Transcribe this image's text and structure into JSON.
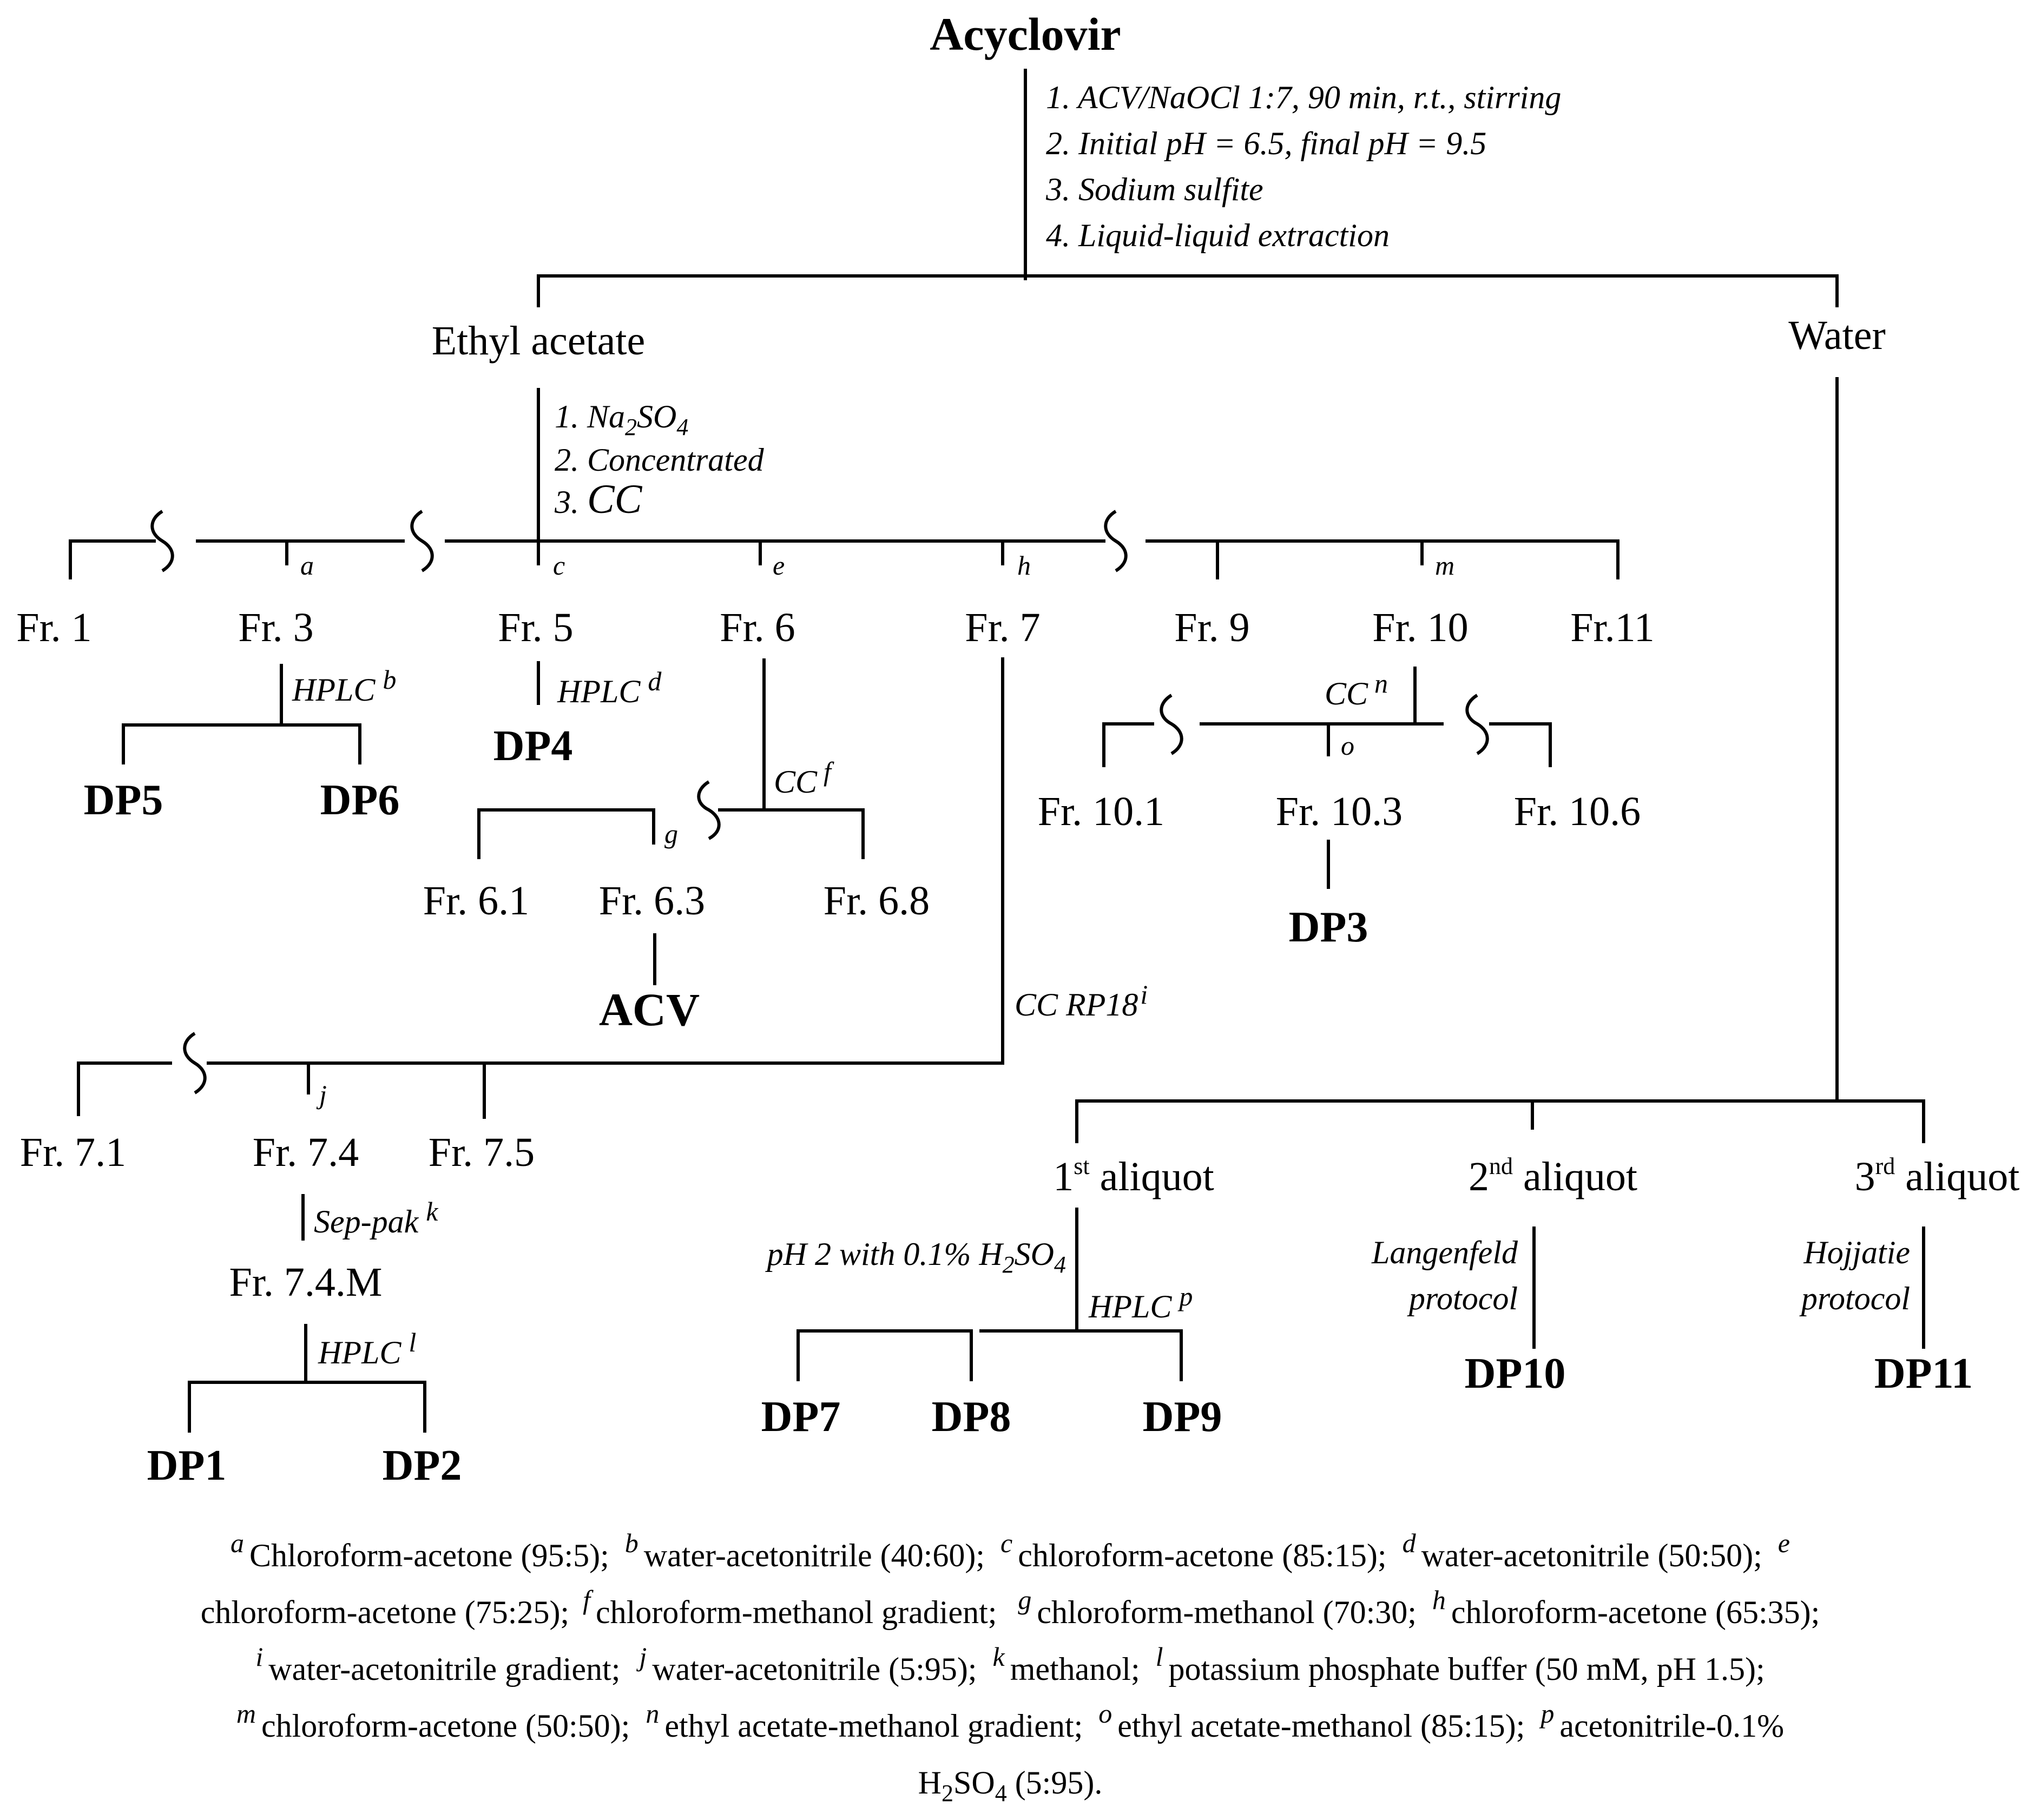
{
  "nodes": {
    "acyclovir": "Acyclovir",
    "ethyl_acetate": "Ethyl acetate",
    "water": "Water",
    "fr1": "Fr. 1",
    "fr3": "Fr. 3",
    "fr5": "Fr. 5",
    "fr6": "Fr. 6",
    "fr7": "Fr. 7",
    "fr9": "Fr. 9",
    "fr10": "Fr. 10",
    "fr11": "Fr.11",
    "fr6_1": "Fr. 6.1",
    "fr6_3": "Fr. 6.3",
    "fr6_8": "Fr. 6.8",
    "fr10_1": "Fr. 10.1",
    "fr10_3": "Fr. 10.3",
    "fr10_6": "Fr. 10.6",
    "fr7_1": "Fr. 7.1",
    "fr7_4": "Fr. 7.4",
    "fr7_5": "Fr. 7.5",
    "fr7_4m": "Fr. 7.4.M",
    "dp1": "DP1",
    "dp2": "DP2",
    "dp3": "DP3",
    "dp4": "DP4",
    "dp5": "DP5",
    "dp6": "DP6",
    "dp7": "DP7",
    "dp8": "DP8",
    "dp9": "DP9",
    "dp10": "DP10",
    "dp11": "DP11",
    "acv": "ACV",
    "aliquot1_num": "1",
    "aliquot1_sup": "st",
    "aliquot2_num": "2",
    "aliquot2_sup": "nd",
    "aliquot3_num": "3",
    "aliquot3_sup": "rd",
    "aliquot_word": " aliquot"
  },
  "conditions": {
    "main_step1": "1. ACV/NaOCl 1:7, 90 min, r.t., stirring",
    "main_step2": "2. Initial pH = 6.5, final pH = 9.5",
    "main_step3": "3. Sodium sulfite",
    "main_step4": "4. Liquid-liquid extraction",
    "ea_step1_pre": "1. Na",
    "ea_step1_sub1": "2",
    "ea_step1_mid": "SO",
    "ea_step1_sub2": "4",
    "ea_step2": "2. Concentrated",
    "ea_step3_num": "3. ",
    "ea_step3_cc": "CC",
    "hplc": "HPLC",
    "cc": "CC",
    "cc_rp18": "CC RP18",
    "sep_pak": "Sep-pak",
    "ph2_pre": "pH 2 with 0.1% H",
    "ph2_sub1": "2",
    "ph2_mid": "SO",
    "ph2_sub2": "4",
    "langenfeld_1": "Langenfeld",
    "langenfeld_2": "protocol",
    "hojjatie_1": "Hojjatie",
    "hojjatie_2": "protocol"
  },
  "letters": {
    "a": "a",
    "b": "b",
    "c": "c",
    "d": "d",
    "e": "e",
    "f": "f",
    "g": "g",
    "h": "h",
    "i": "i",
    "j": "j",
    "k": "k",
    "l": "l",
    "m": "m",
    "n": "n",
    "o": "o",
    "p": "p"
  },
  "footnotes": {
    "a": "Chloroform-acetone (95:5);",
    "b": "water-acetonitrile (40:60);",
    "c": "chloroform-acetone (85:15);",
    "d": "water-acetonitrile (50:50);",
    "e": "chloroform-acetone (75:25);",
    "f": "chloroform-methanol gradient;",
    "g": "chloroform-methanol (70:30;",
    "h": "chloroform-acetone (65:35);",
    "i": "water-acetonitrile gradient;",
    "j": "water-acetonitrile (5:95);",
    "k": "methanol;",
    "l": "potassium phosphate buffer (50 mM, pH 1.5);",
    "m": "chloroform-acetone (50:50);",
    "n": "ethyl acetate-methanol gradient;",
    "o": "ethyl acetate-methanol (85:15);",
    "p_pre": "acetonitrile-0.1% H",
    "p_sub1": "2",
    "p_mid": "SO",
    "p_sub2": "4",
    "p_post": " (5:95)."
  }
}
